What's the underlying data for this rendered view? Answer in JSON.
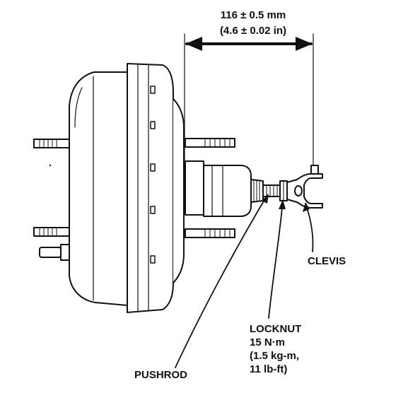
{
  "dimension": {
    "metric": "116 ± 0.5 mm",
    "imperial": "(4.6 ± 0.02 in)"
  },
  "labels": {
    "clevis": "CLEVIS",
    "locknut": [
      "LOCKNUT",
      "15 N·m",
      "(1.5 kg-m,",
      "11 lb-ft)"
    ],
    "pushrod": "PUSHROD"
  },
  "colors": {
    "ink": "#111111",
    "background": "#ffffff"
  }
}
